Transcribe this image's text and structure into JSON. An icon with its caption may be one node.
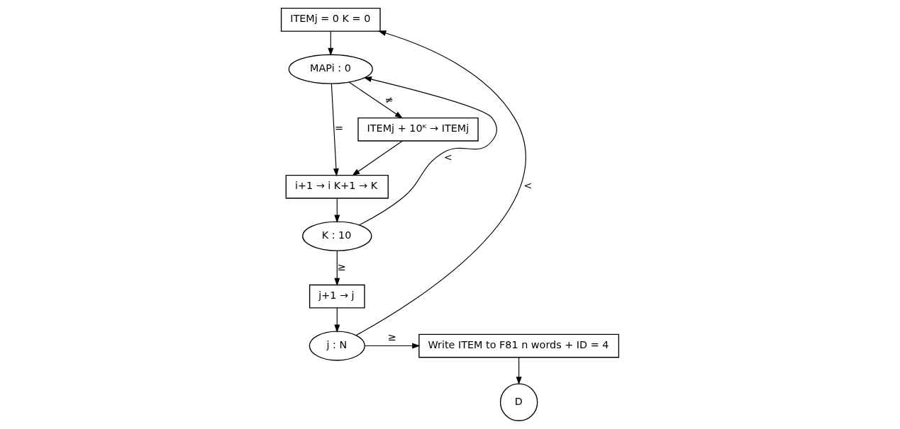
{
  "diagram": {
    "nodes": [
      {
        "text": [
          "ITEMj = 0 K = 0"
        ]
      },
      {
        "text": [
          "MAPi : 0"
        ]
      },
      {
        "text": [
          "i+1 → i K+1 → K"
        ]
      },
      {
        "text": [
          "ITEMj + 10ᴷ → ITEMj"
        ]
      },
      {
        "text": [
          "K : 10"
        ]
      },
      {
        "text": [
          "j+1 → j"
        ]
      },
      {
        "text": [
          "j : N"
        ]
      },
      {
        "text": [
          "Write ITEM to F81 n words + ID = 4"
        ]
      },
      {
        "text": [
          "D"
        ]
      }
    ],
    "edges": [
      {
        "from": 6,
        "to": 0,
        "arrow": "to",
        "label": "<"
      },
      {
        "from": 0,
        "to": 1,
        "arrow": "to"
      },
      {
        "from": 1,
        "to": 2,
        "arrow": "to",
        "label": "="
      },
      {
        "from": 1,
        "to": 3,
        "arrow": "to",
        "label": "≠"
      },
      {
        "from": 3,
        "to": 2,
        "arrow": "to"
      },
      {
        "from": 2,
        "to": 4,
        "arrow": "to"
      },
      {
        "from": 4,
        "to": 1,
        "arrow": "to",
        "label": "<"
      },
      {
        "from": 4,
        "to": 5,
        "arrow": "to",
        "label": "≥"
      },
      {
        "from": 5,
        "to": 6,
        "arrow": "to"
      },
      {
        "from": 6,
        "to": 7,
        "arrow": "to",
        "label": "≥"
      },
      {
        "from": 7,
        "to": 8,
        "arrow": "to"
      }
    ]
  }
}
